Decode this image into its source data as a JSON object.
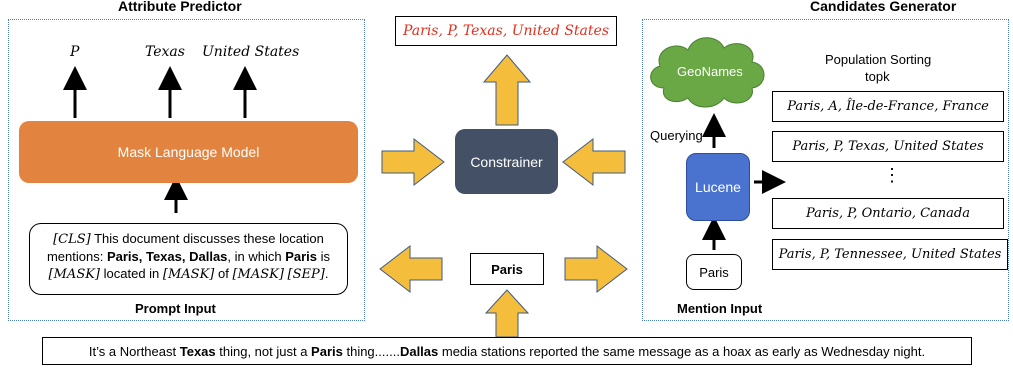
{
  "left": {
    "title": "Attribute Predictor",
    "outputs": [
      "P",
      "Texas",
      "United States"
    ],
    "model_label": "Mask Language Model",
    "prompt": {
      "line1_pre": "[CLS]",
      "line1_post": " This document discusses these location",
      "line2_pre": "mentions: ",
      "line2_bold": "Paris, Texas, Dallas",
      "line2_mid": ", in which ",
      "line2_bold2": "Paris",
      "line2_post": " is",
      "line3_m1": "[MASK]",
      "line3_t1": " located in ",
      "line3_m2": "[MASK]",
      "line3_t2": " of ",
      "line3_m3": "[MASK]",
      "line3_t3": " ",
      "line3_m4": "[SEP]",
      "line3_t4": "."
    },
    "bottom_label": "Prompt Input"
  },
  "center": {
    "output": "Paris, P, Texas, United States",
    "constrainer_label": "Constrainer",
    "mention_label": "Paris"
  },
  "right": {
    "title": "Candidates Generator",
    "geonames_label": "GeoNames",
    "sorting_label_1": "Population Sorting",
    "sorting_label_2": "topk",
    "querying_label": "Querying",
    "lucene_label": "Lucene",
    "mention_label": "Paris",
    "bottom_label": "Mention Input",
    "candidates": [
      "Paris, A, Île-de-France, France",
      "Paris, P, Texas, United States",
      "Paris, P, Ontario, Canada",
      "Paris, P, Tennessee, United States"
    ],
    "ellipsis": "⋮"
  },
  "sentence": {
    "t1": "It’s a Northeast ",
    "b1": "Texas",
    "t2": " thing, not just a ",
    "b2": "Paris",
    "t3": " thing.......",
    "b3": "Dallas",
    "t4": " media stations reported the same message as a hoax as early as Wednesday night."
  },
  "colors": {
    "mlm": "#e2843f",
    "constrainer": "#435066",
    "lucene": "#4a73d0",
    "geonames": "#6aa846",
    "arrow_fill": "#f5bd3c",
    "output_text": "#e0301e",
    "panel_border": "#4a7fc0"
  }
}
